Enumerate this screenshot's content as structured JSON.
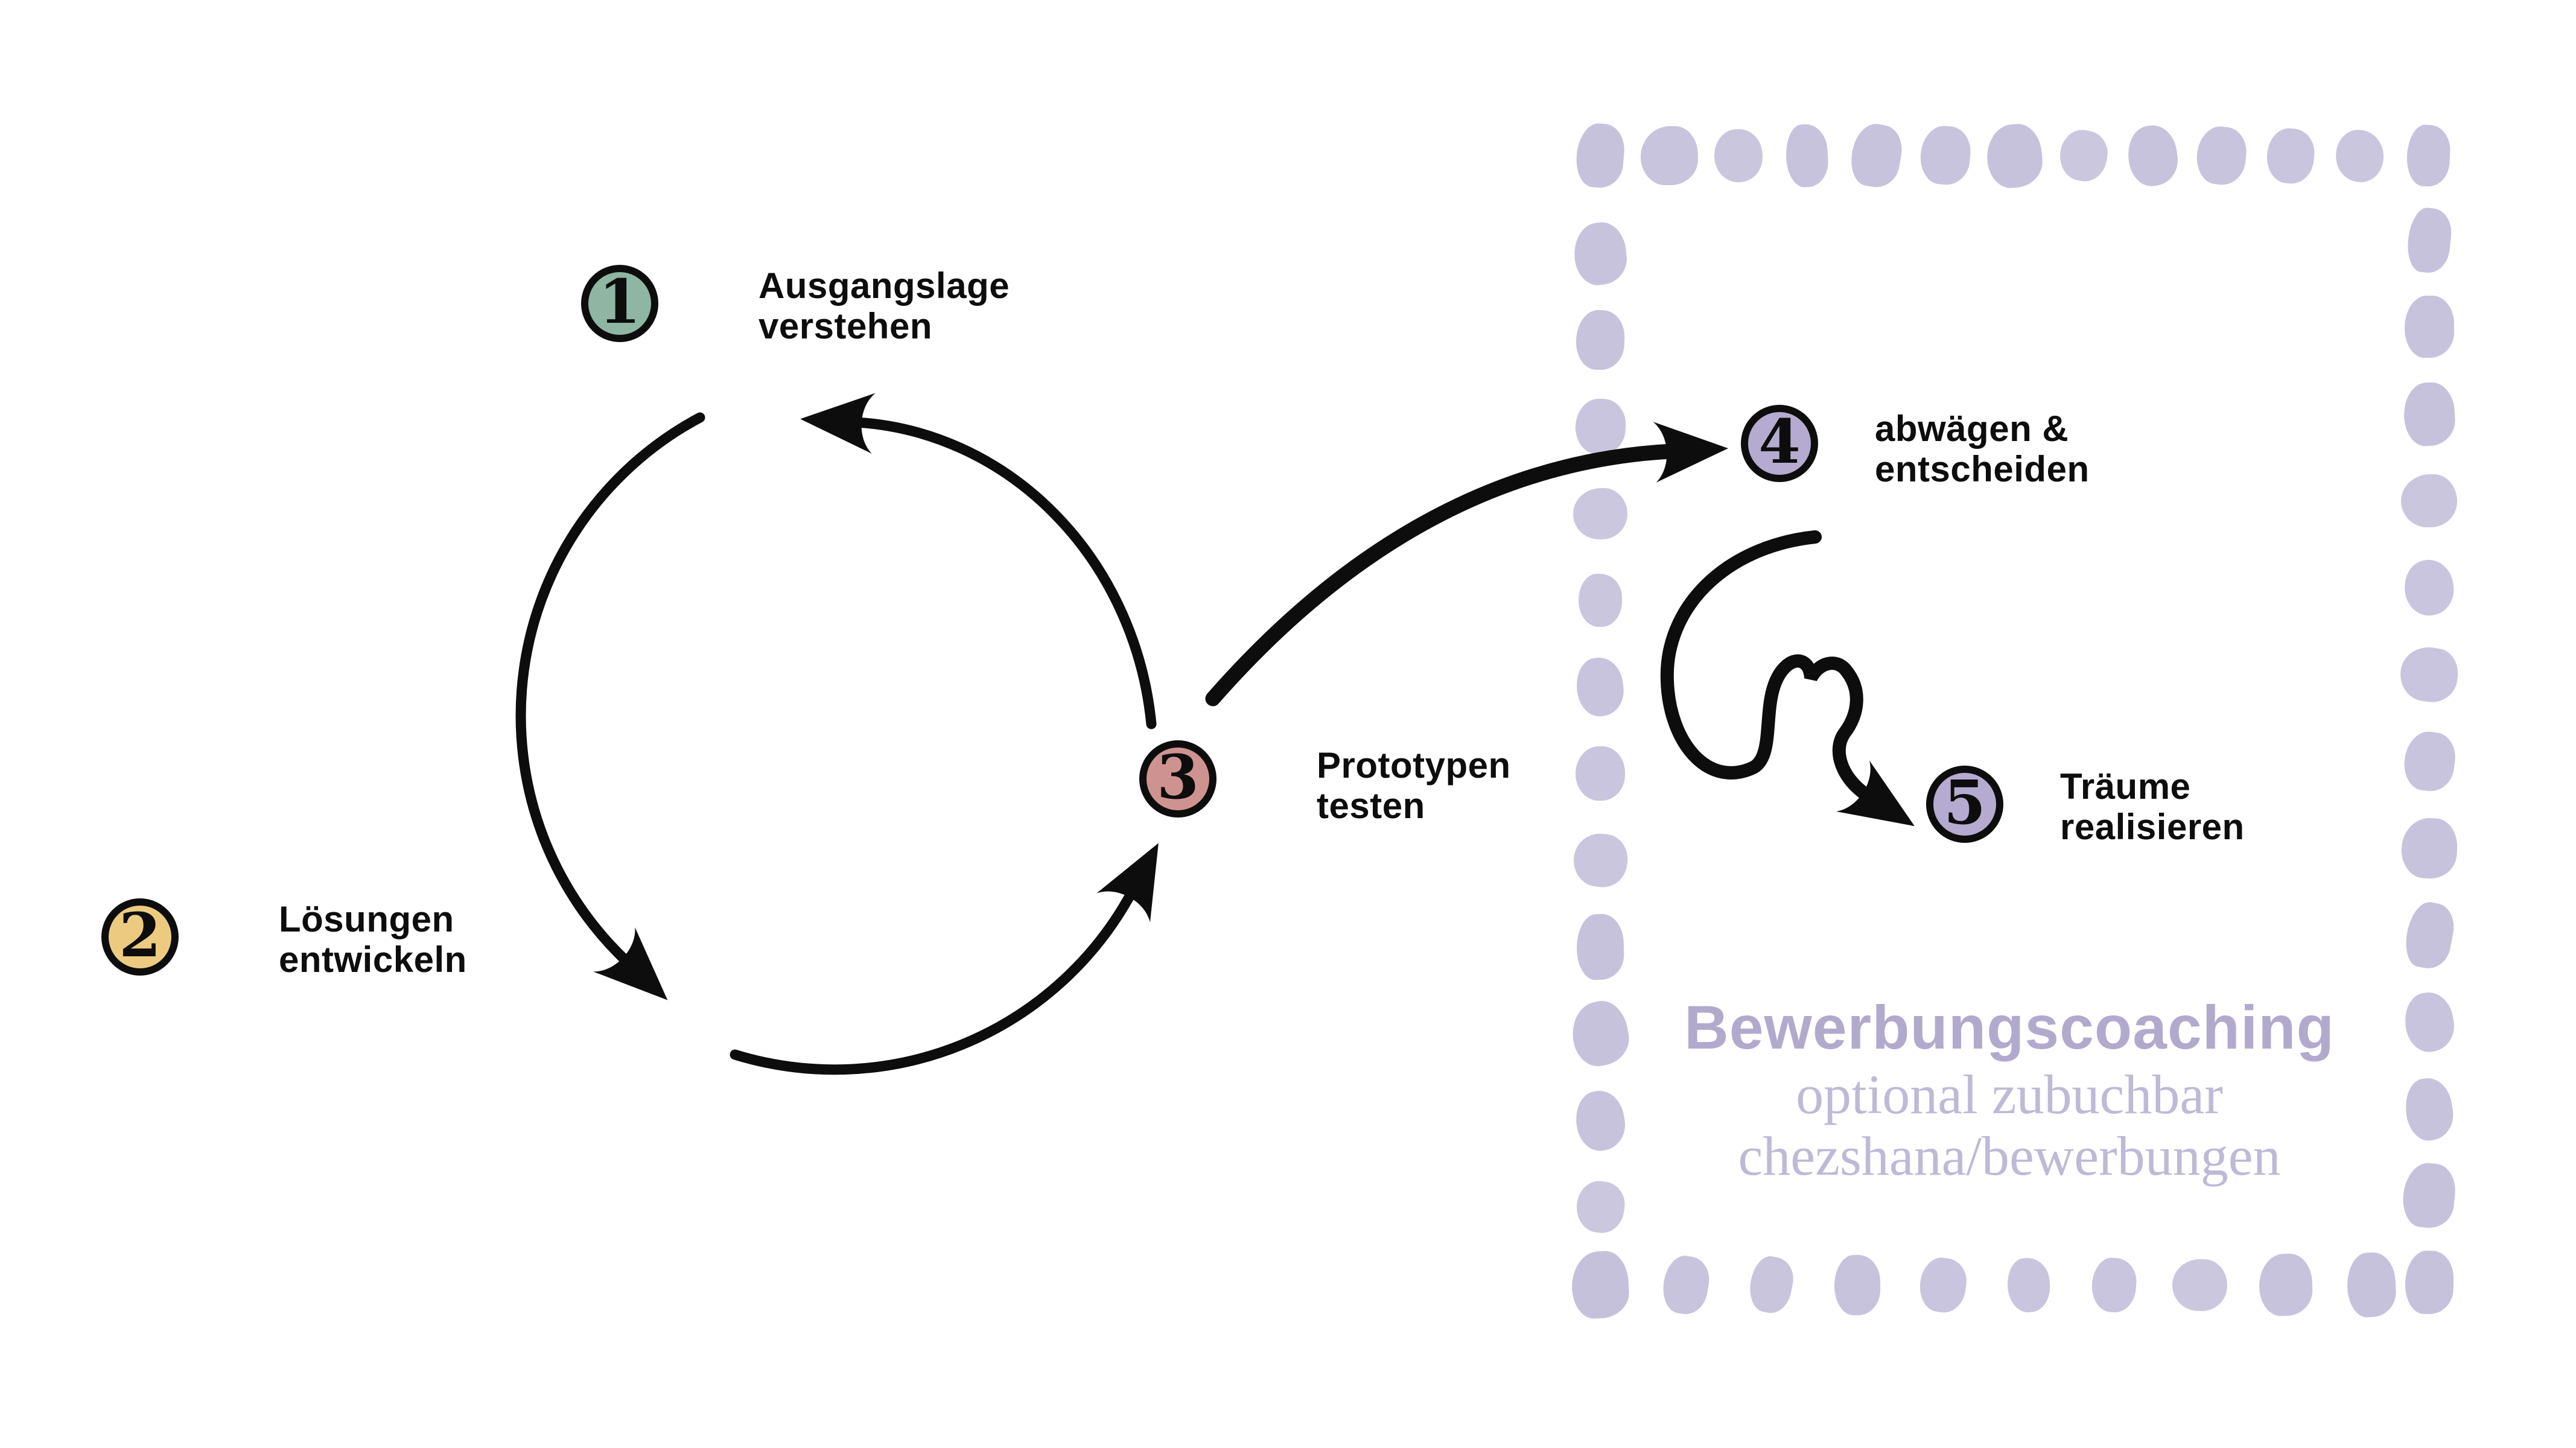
{
  "colors": {
    "background": "#ffffff",
    "ink": "#0d0d0d",
    "dot_lavender": "#c6c1db",
    "coaching_title_color": "#b2aacd",
    "coaching_subtitle_color": "#bfb9d7",
    "step1_fill": "#8fb5a3",
    "step2_fill": "#eccb81",
    "step3_fill": "#ce9390",
    "step4_fill": "#b5abd0",
    "step5_fill": "#b5abd0"
  },
  "steps": [
    {
      "number": "1",
      "label_line1": "Ausgangslage",
      "label_line2": "verstehen",
      "color": "#8fb5a3"
    },
    {
      "number": "2",
      "label_line1": "Lösungen",
      "label_line2": "entwickeln",
      "color": "#eccb81"
    },
    {
      "number": "3",
      "label_line1": "Prototypen",
      "label_line2": "testen",
      "color": "#ce9390"
    },
    {
      "number": "4",
      "label_line1": "abwägen &",
      "label_line2": "entscheiden",
      "color": "#b5abd0"
    },
    {
      "number": "5",
      "label_line1": "Träume",
      "label_line2": "realisieren",
      "color": "#b5abd0"
    }
  ],
  "coaching_box": {
    "title": "Bewerbungscoaching",
    "subtitle_line1": "optional zubuchbar",
    "subtitle_line2": "chezshana/bewerbungen"
  },
  "dots": {
    "color": "#c6c1db",
    "top_count": 13,
    "right_count": 13,
    "bottom_count": 10,
    "left_count": 12
  }
}
